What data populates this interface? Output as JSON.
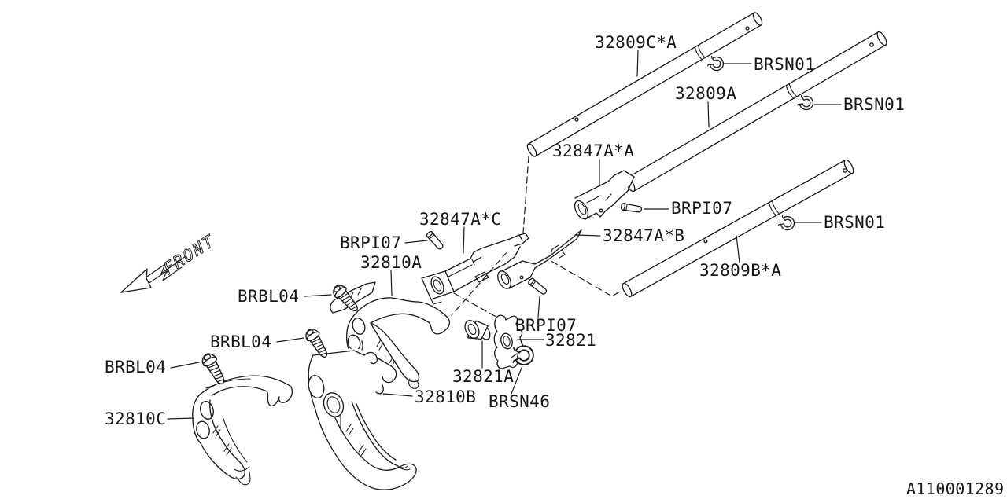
{
  "canvas": {
    "background": "#ffffff",
    "line_color": "#1c1c1c"
  },
  "part_labels": {
    "rod_top": "32809C*A",
    "rod_middle": "32809A",
    "rod_bottom": "32809B*A",
    "snap_ring": "BRSN01",
    "snap_ring_small": "BRSN46",
    "selector_arm_a": "32847A*A",
    "selector_arm_b": "32847A*B",
    "selector_arm_c": "32847A*C",
    "pin": "BRPI07",
    "bolt": "BRBL04",
    "fork_a": "32810A",
    "fork_b": "32810B",
    "fork_c": "32810C",
    "plate": "32821",
    "bushing": "32821A"
  },
  "annotations": {
    "front": "FRONT",
    "drawing_number": "A110001289"
  }
}
